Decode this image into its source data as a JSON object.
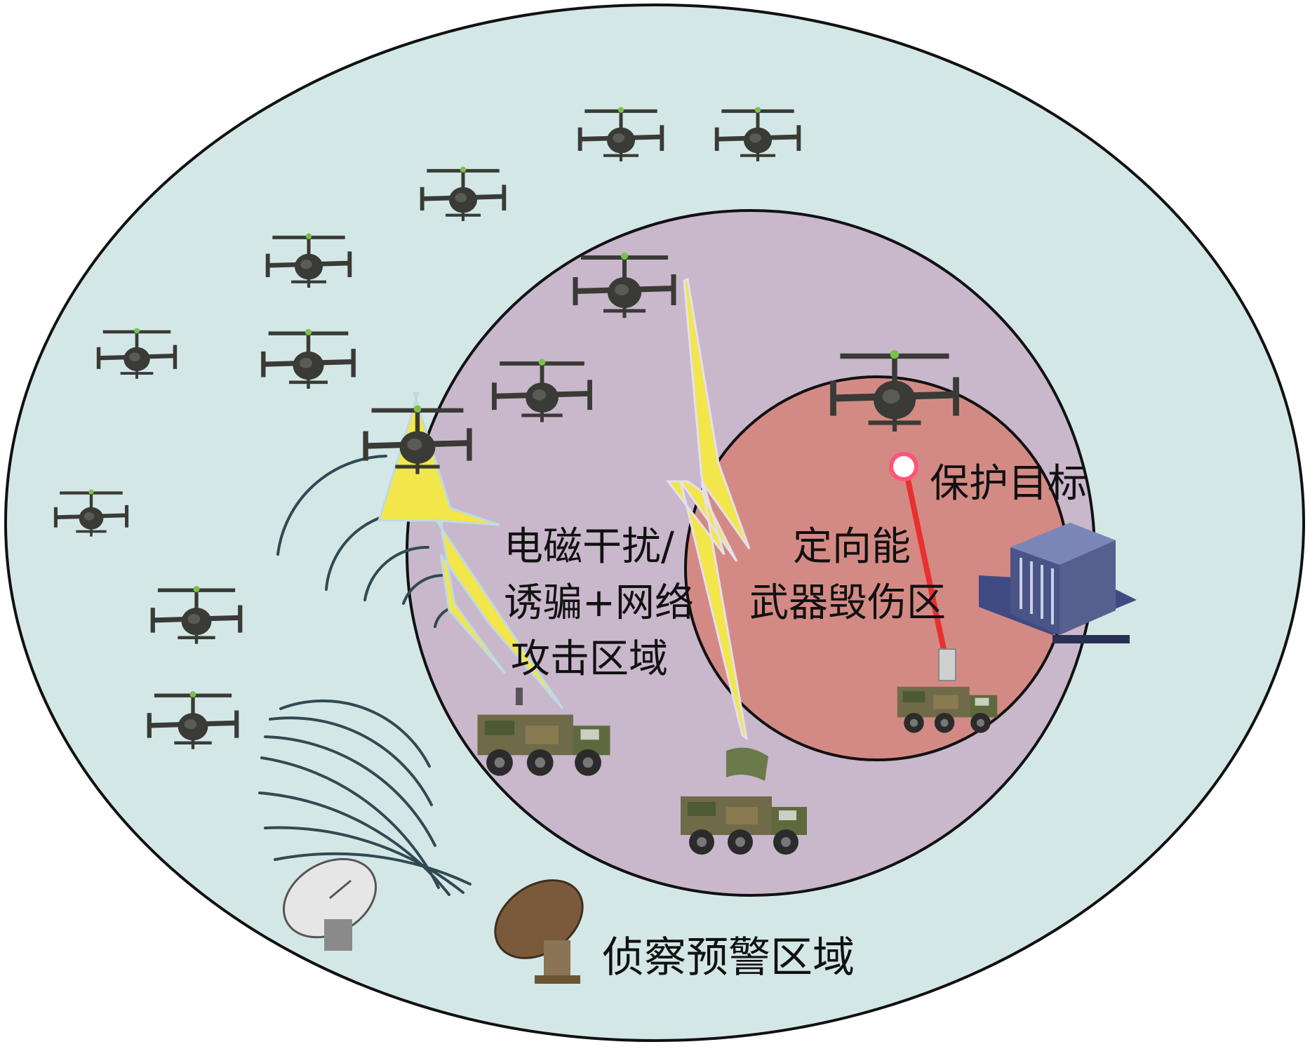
{
  "zones": {
    "outer_label": "侦察预警区域",
    "middle_label_lines": [
      "电磁干扰/",
      "诱骗+网络",
      "攻击区域"
    ],
    "energy_label_lines": [
      "定向能",
      "武器毁伤区"
    ],
    "inner_label": "保护目标"
  },
  "colors": {
    "outer_fill": "#d3e8e6",
    "middle_fill": "#c9b7cb",
    "inner_fill": "#d48a84",
    "lightning_fill": "#f2e64a",
    "drone_body": "#3a3a36",
    "drone_rotor_tip": "#79c24a",
    "radar_wave": "#2f4a52",
    "laser": "#e8302f",
    "building": "#55608f"
  },
  "icons": {
    "drone": "quadcopter-drone-icon",
    "ew_truck": "electronic-warfare-vehicle-icon",
    "radar_truck": "radar-vehicle-icon",
    "laser_truck": "laser-weapon-vehicle-icon",
    "satellite_dish": "satellite-dish-icon",
    "building": "protected-building-icon"
  }
}
